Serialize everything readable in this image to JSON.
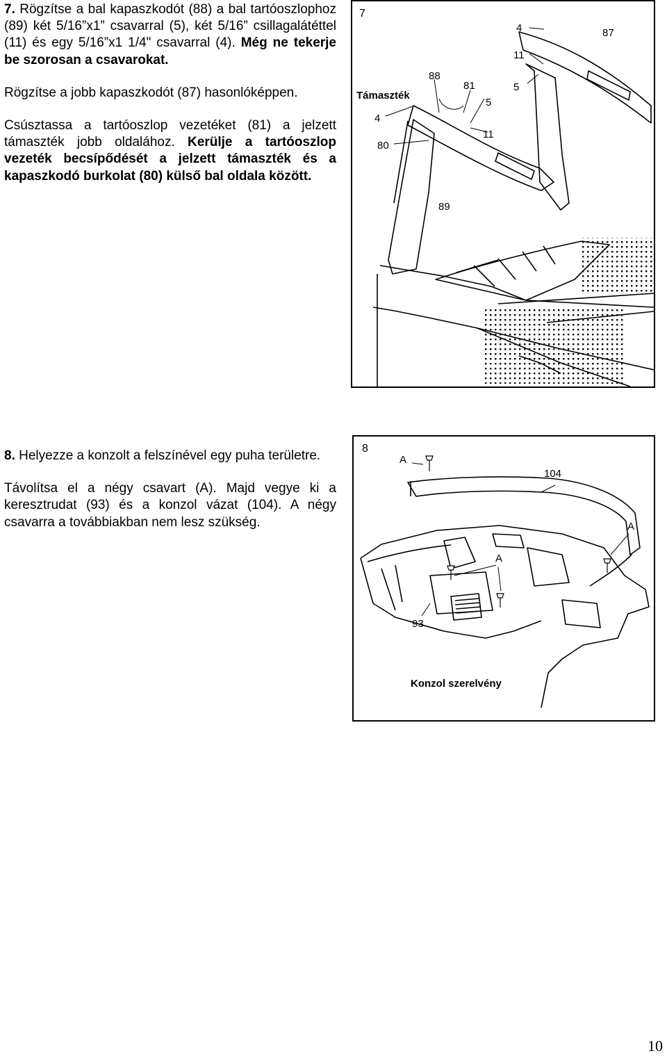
{
  "step7": {
    "number": "7.",
    "p1_normal": " Rögzítse a bal kapaszkodót (88) a bal tartóoszlophoz (89) két 5/16”x1” csavarral (5), két 5/16” csillagalátéttel (11) és egy 5/16”x1 1/4\" csavarral (4). ",
    "p1_bold": "Még ne tekerje be szorosan a csavarokat.",
    "p2": "Rögzítse a jobb kapaszkodót (87) hasonlóképpen.",
    "p3_normal": "Csúsztassa a tartóoszlop vezetéket (81) a jelzett támaszték jobb oldalához. ",
    "p3_bold": "Kerülje a tartóoszlop vezeték becsípődését a jelzett támaszték és a kapaszkodó burkolat (80) külső bal oldala között."
  },
  "figure7": {
    "number": "7",
    "labels": {
      "tamasztek": "Támaszték",
      "l4a": "4",
      "l87": "87",
      "l11a": "11",
      "l5a": "5",
      "l88": "88",
      "l81": "81",
      "l5b": "5",
      "l4b": "4",
      "l11b": "11",
      "l80": "80",
      "l89": "89"
    }
  },
  "step8": {
    "number": "8.",
    "p1": " Helyezze a konzolt a felszínével egy puha területre.",
    "p2": "Távolítsa el a négy csavart (A). Majd vegye ki a keresztrudat (93) és a konzol vázat (104). A négy csavarra a továbbiakban nem lesz szükség."
  },
  "figure8": {
    "number": "8",
    "labels": {
      "a1": "A",
      "l104": "104",
      "a2": "A",
      "a3": "A",
      "l93": "93",
      "konzol": "Konzol szerelvény"
    }
  },
  "page_number": "10"
}
